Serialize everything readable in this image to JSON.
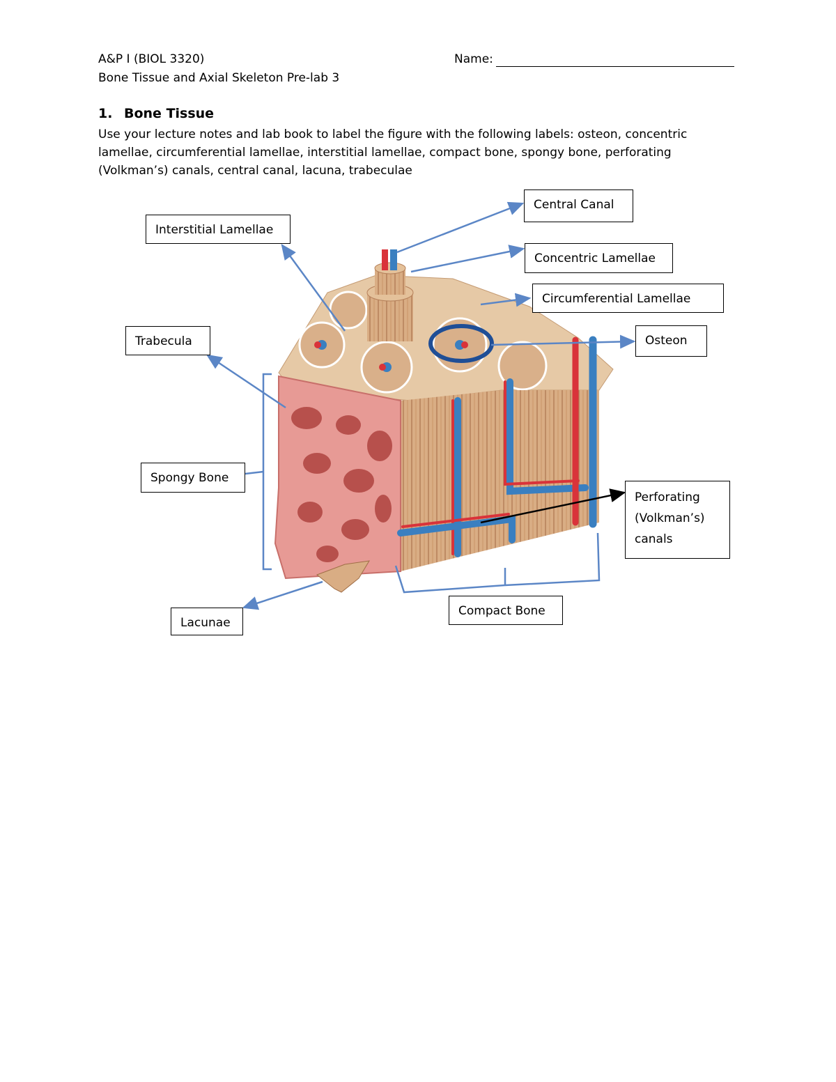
{
  "header": {
    "course": "A&P I (BIOL 3320)",
    "subtitle": "Bone Tissue and Axial Skeleton Pre-lab 3",
    "name_label": "Name:"
  },
  "section": {
    "number": "1.",
    "title": "Bone Tissue",
    "instructions": "Use your lecture notes and lab book to label the figure with the following labels:  osteon, concentric lamellae, circumferential lamellae, interstitial lamellae, compact bone, spongy bone, perforating (Volkman’s) canals, central canal, lacuna, trabeculae"
  },
  "labels": {
    "central_canal": "Central Canal",
    "interstitial_lamellae": "Interstitial Lamellae",
    "concentric_lamellae": "Concentric Lamellae",
    "circumferential_lamellae": "Circumferential Lamellae",
    "trabecula": "Trabecula",
    "osteon": "Osteon",
    "spongy_bone": "Spongy Bone",
    "perforating_line1": "Perforating",
    "perforating_line2": "(Volkman’s)",
    "perforating_line3": "canals",
    "lacunae": "Lacunae",
    "compact_bone": "Compact Bone"
  },
  "colors": {
    "arrow": "#5b86c6",
    "bone": "#d9b08a",
    "spongy": "#e79a95",
    "artery": "#d9333a",
    "vein": "#3a7fc0"
  }
}
